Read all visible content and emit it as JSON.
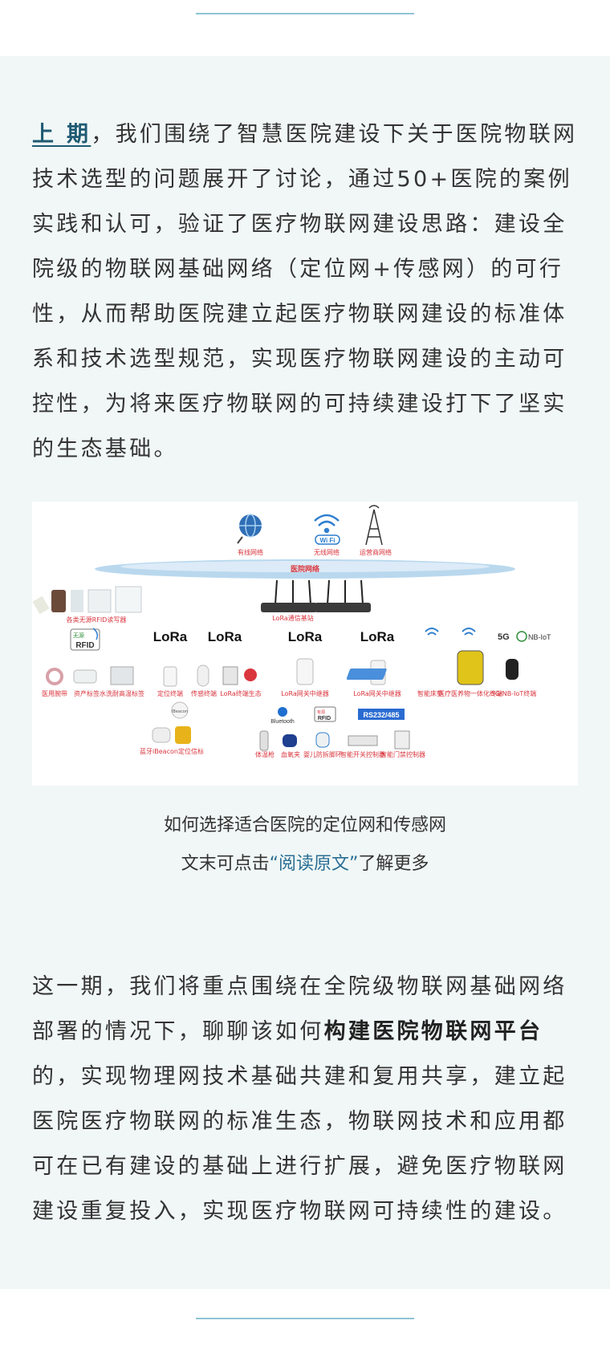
{
  "decor": {
    "rule_color": "#8ec5d4",
    "panel_color": "#f0f7f6"
  },
  "intro": {
    "link": "上 期",
    "text": "，我们围绕了智慧医院建设下关于医院物联网技术选型的问题展开了讨论，通过50+医院的案例实践和认可，验证了医疗物联网建设思路：建设全院级的物联网基础网络（定位网+传感网）的可行性，从而帮助医院建立起医疗物联网建设的标准体系和技术选型规范，实现医疗物联网建设的主动可控性，为将来医疗物联网的可持续建设打下了坚实的生态基础。"
  },
  "diagram": {
    "top_nodes": [
      "有线网络",
      "无线网络",
      "运营商网络"
    ],
    "wifi_badge": "Wi Fi",
    "cloud_label": "医院网络",
    "base_station_label": "LoRa通信基站",
    "rfid_reader_label": "各类无源RFID读写器",
    "rfid_badge": "RFID",
    "rfid_badge_top": "无源",
    "lora_text": "LoRa",
    "network_badges": [
      "5G",
      "NB-IoT"
    ],
    "device_labels": [
      "医用腕带",
      "资产标签",
      "水洗耐高温标签",
      "定位终端",
      "传感终端",
      "LoRa终端生态",
      "LoRa网关中继器",
      "LoRa网关中继器",
      "智能床垫",
      "医疗医养物一体化终端",
      "5G/NB-IoT终端"
    ],
    "ibeacon_label": "蓝牙iBeacon定位信标",
    "ibeacon_badge": "iBeacon",
    "bluetooth_label": "Bluetooth",
    "rfid_badge2": "RFID",
    "rfid_badge2_top": "有源",
    "rs_badge": "RS232/485",
    "bottom_labels": [
      "体温枪",
      "血氧夹",
      "婴儿防拆脚环",
      "智能开关控制器",
      "智能门禁控制器"
    ]
  },
  "captions": {
    "line1": "如何选择适合医院的定位网和传感网",
    "line2_pre": "文末可点击",
    "line2_link": "“阅读原文”",
    "line2_post": "了解更多"
  },
  "body2": {
    "pre": "这一期，我们将重点围绕在全院级物联网基础网络部署的情况下，聊聊该如何",
    "bold": "构建医院物联网平台",
    "post": "的，实现物理网技术基础共建和复用共享，建立起医院医疗物联网的标准生态，物联网技术和应用都可在已有建设的基础上进行扩展，避免医疗物联网建设重复投入，实现医疗物联网可持续性的建设。"
  }
}
